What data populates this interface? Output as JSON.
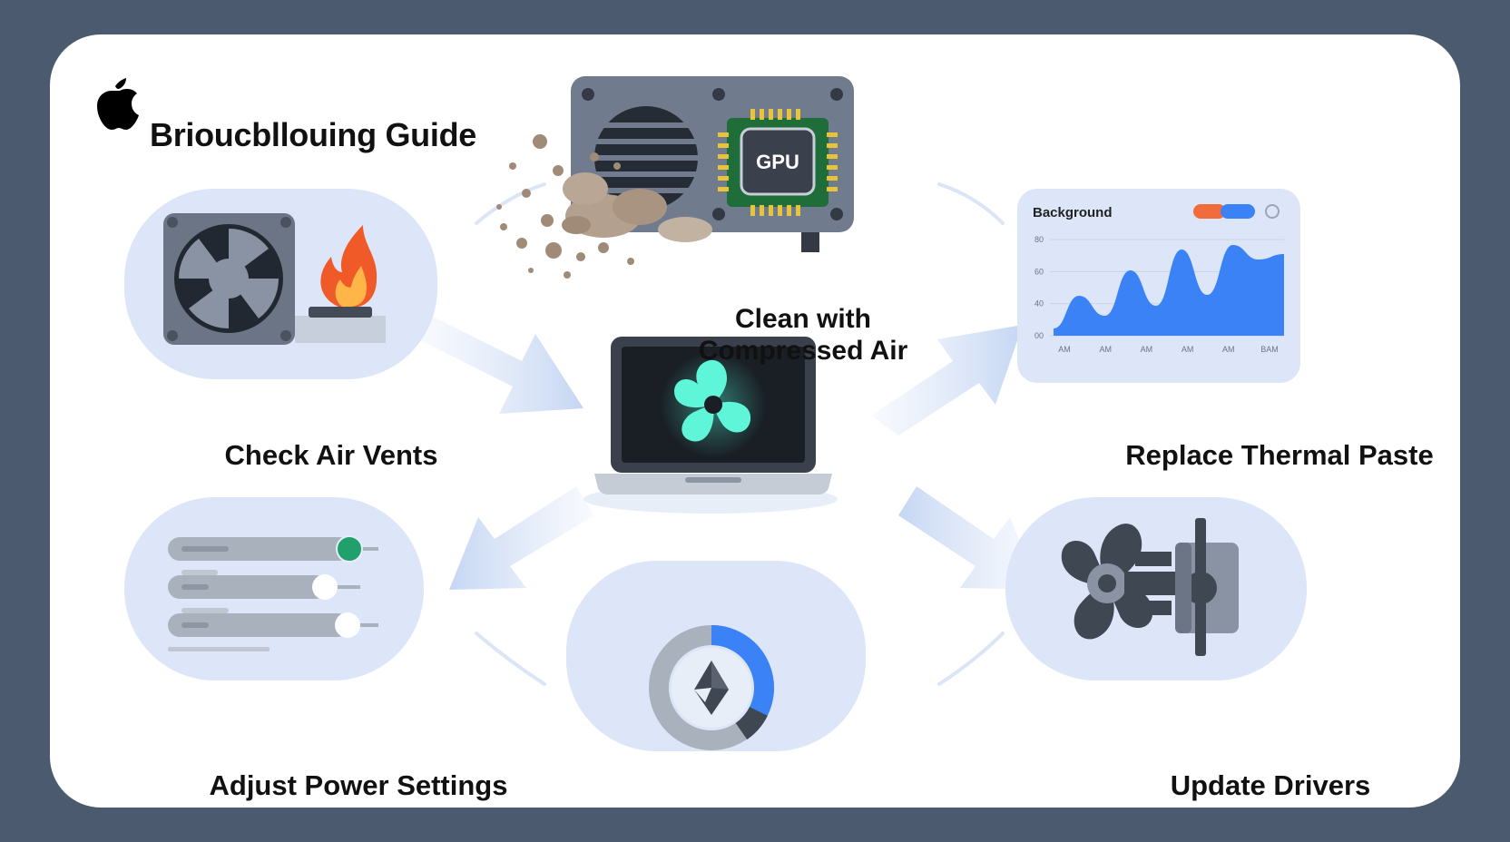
{
  "header": {
    "title": "Brioucbllouing Guide",
    "logo_icon": "apple-logo-icon"
  },
  "steps": {
    "check_air_vents": {
      "label": "Check Air Vents",
      "icons": [
        "case-fan-icon",
        "flame-icon"
      ]
    },
    "clean_compressed_air": {
      "label": "Clean with Compressed Air",
      "icons": [
        "vent-grille-icon",
        "gpu-chip-icon",
        "dust-cloud-icon"
      ],
      "chip_label": "GPU"
    },
    "replace_thermal_paste": {
      "label": "Replace Thermal Paste",
      "icons": [
        "temperature-chart-icon"
      ]
    },
    "adjust_power_settings": {
      "label": "Adjust Power Settings",
      "icons": [
        "slider-controls-icon"
      ]
    },
    "update_drivers": {
      "label": "Update Drivers",
      "icons": [
        "fan-motor-icon"
      ]
    },
    "monitor": {
      "icons": [
        "donut-gauge-icon",
        "compass-arrow-icon"
      ]
    },
    "center": {
      "icons": [
        "laptop-icon",
        "glowing-fan-icon"
      ]
    }
  },
  "chart_data": {
    "type": "area",
    "title": "Background",
    "series": [
      {
        "values": [
          0.08,
          0.44,
          0.22,
          0.72,
          0.33,
          0.95,
          0.45,
          1.0,
          0.84,
          0.9
        ]
      }
    ],
    "y_tick_labels": [
      "80",
      "60",
      "40",
      "00"
    ],
    "x_tick_labels": [
      "AM",
      "AM",
      "AM",
      "AM",
      "AM",
      "BAM"
    ],
    "grid": true,
    "legend_colors": [
      "#f26b3a",
      "#3b82f6"
    ],
    "fill_color": "#3b82f6"
  },
  "colors": {
    "background": "#4b5a6e",
    "card": "#ffffff",
    "panel": "#dce6f8",
    "accent_blue": "#3b82f6",
    "gear_dark": "#3f4752",
    "toggle_green": "#22a06b",
    "fan_glow": "#4ef0d0"
  },
  "power_settings": {
    "sliders": [
      {
        "fill": 0.98,
        "color": "#22a06b"
      },
      {
        "fill": 0.82,
        "color": "#ffffff"
      },
      {
        "fill": 0.9,
        "color": "#ffffff"
      }
    ]
  },
  "gauge": {
    "value": 0.38
  }
}
